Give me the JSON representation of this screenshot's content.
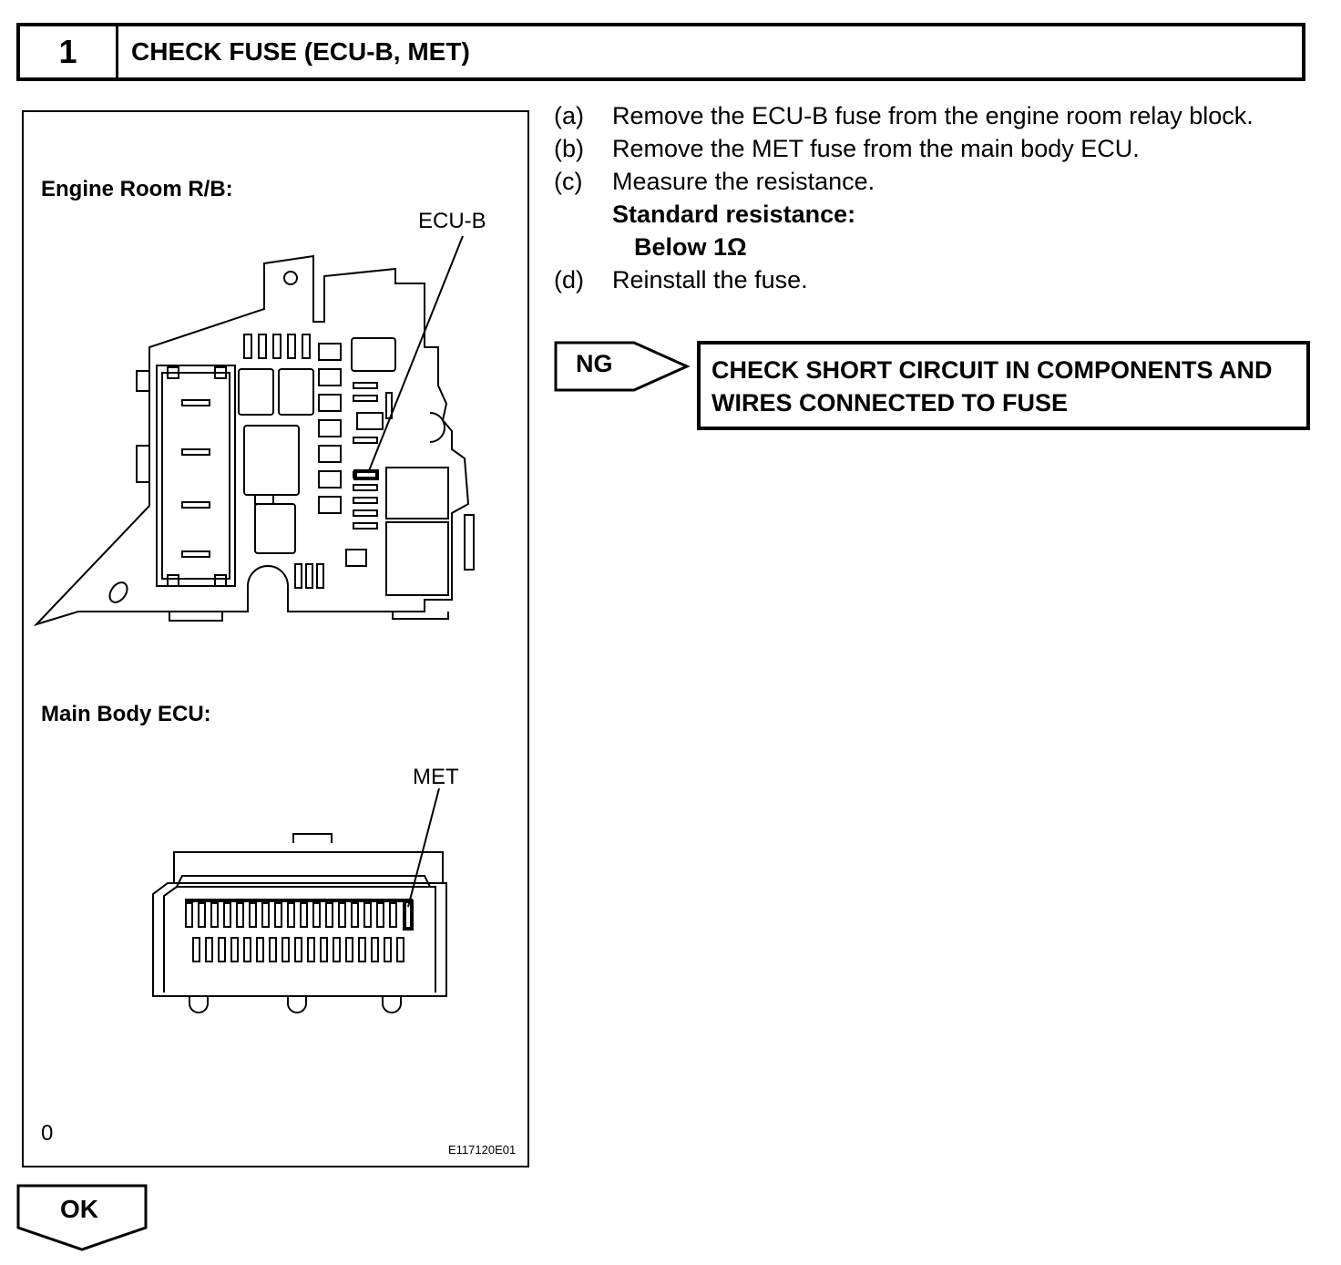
{
  "header": {
    "step_number": "1",
    "title": "CHECK FUSE (ECU-B, MET)"
  },
  "figure": {
    "engine_room_label": "Engine Room R/B:",
    "ecu_b_callout": "ECU-B",
    "main_body_label": "Main Body ECU:",
    "met_callout": "MET",
    "corner_code": "0",
    "figure_id": "E117120E01"
  },
  "steps": [
    {
      "letter": "(a)",
      "text": "Remove the ECU-B fuse from the engine room relay block."
    },
    {
      "letter": "(b)",
      "text": "Remove the MET fuse from the main body ECU."
    },
    {
      "letter": "(c)",
      "text": "Measure the resistance."
    },
    {
      "letter": "(d)",
      "text": "Reinstall the fuse."
    }
  ],
  "standard": {
    "label": "Standard resistance:",
    "value": "Below 1Ω"
  },
  "ng": {
    "label": "NG",
    "action": "CHECK SHORT CIRCUIT IN COMPONENTS AND WIRES CONNECTED TO FUSE"
  },
  "ok": {
    "label": "OK"
  }
}
